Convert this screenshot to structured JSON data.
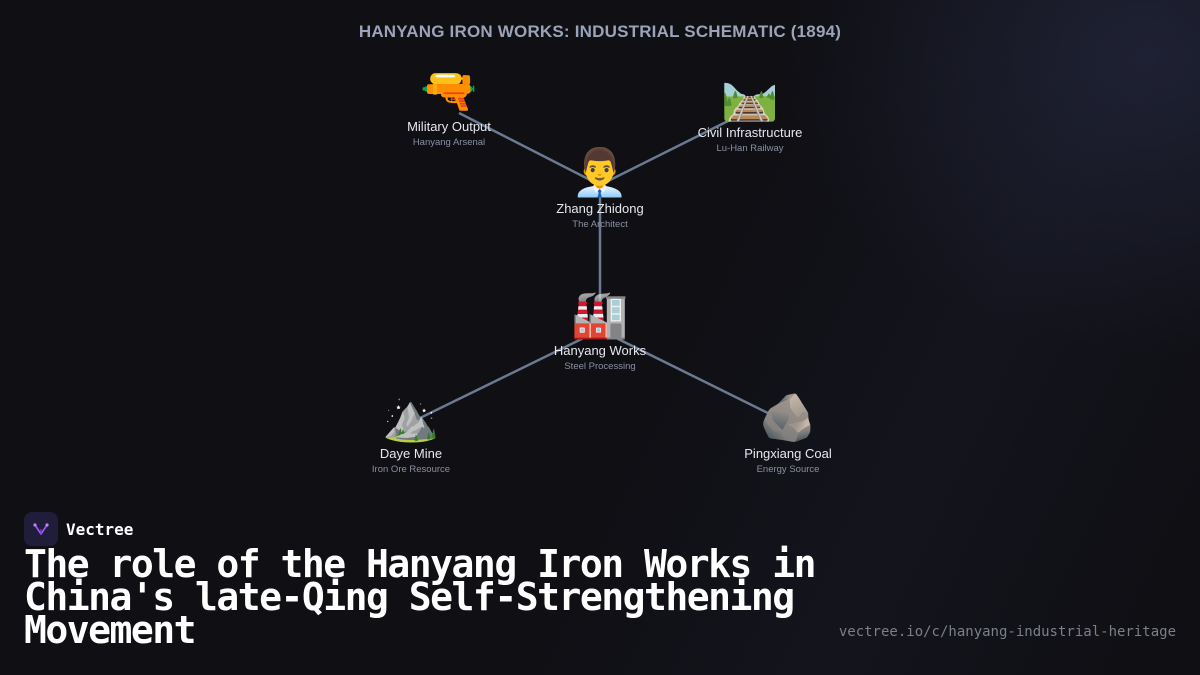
{
  "diagram": {
    "title": "HANYANG IRON WORKS: INDUSTRIAL SCHEMATIC (1894)",
    "nodes": [
      {
        "id": "military",
        "icon": "🔫",
        "icon_name": "water-pistol-icon",
        "label": "Military Output",
        "sublabel": "Hanyang Arsenal"
      },
      {
        "id": "civil",
        "icon": "🛤️",
        "icon_name": "railway-track-icon",
        "label": "Civil Infrastructure",
        "sublabel": "Lu-Han Railway"
      },
      {
        "id": "zhang",
        "icon": "👨‍💼",
        "icon_name": "office-worker-icon",
        "label": "Zhang Zhidong",
        "sublabel": "The Architect"
      },
      {
        "id": "works",
        "icon": "🏭",
        "icon_name": "factory-icon",
        "label": "Hanyang Works",
        "sublabel": "Steel Processing"
      },
      {
        "id": "daye",
        "icon": "⛰️",
        "icon_name": "mountain-icon",
        "label": "Daye Mine",
        "sublabel": "Iron Ore Resource"
      },
      {
        "id": "pingxiang",
        "icon": "🪨",
        "icon_name": "rock-icon",
        "label": "Pingxiang Coal",
        "sublabel": "Energy Source"
      }
    ],
    "edges": [
      {
        "from": "military",
        "to": "zhang"
      },
      {
        "from": "civil",
        "to": "zhang"
      },
      {
        "from": "zhang",
        "to": "works"
      },
      {
        "from": "works",
        "to": "daye"
      },
      {
        "from": "works",
        "to": "pingxiang"
      }
    ]
  },
  "colors": {
    "background": "#0f0f14",
    "edge": "#6b7a90",
    "title": "#9aa3b8",
    "brand_logo_bg": "#1f1d3a",
    "brand_accent": "#a855f7"
  },
  "branding": {
    "name": "Vectree",
    "logo_icon": "vectree-logo-icon"
  },
  "headline": "The role of the Hanyang Iron Works in China's late-Qing Self-Strengthening Movement",
  "url": "vectree.io/c/hanyang-industrial-heritage"
}
